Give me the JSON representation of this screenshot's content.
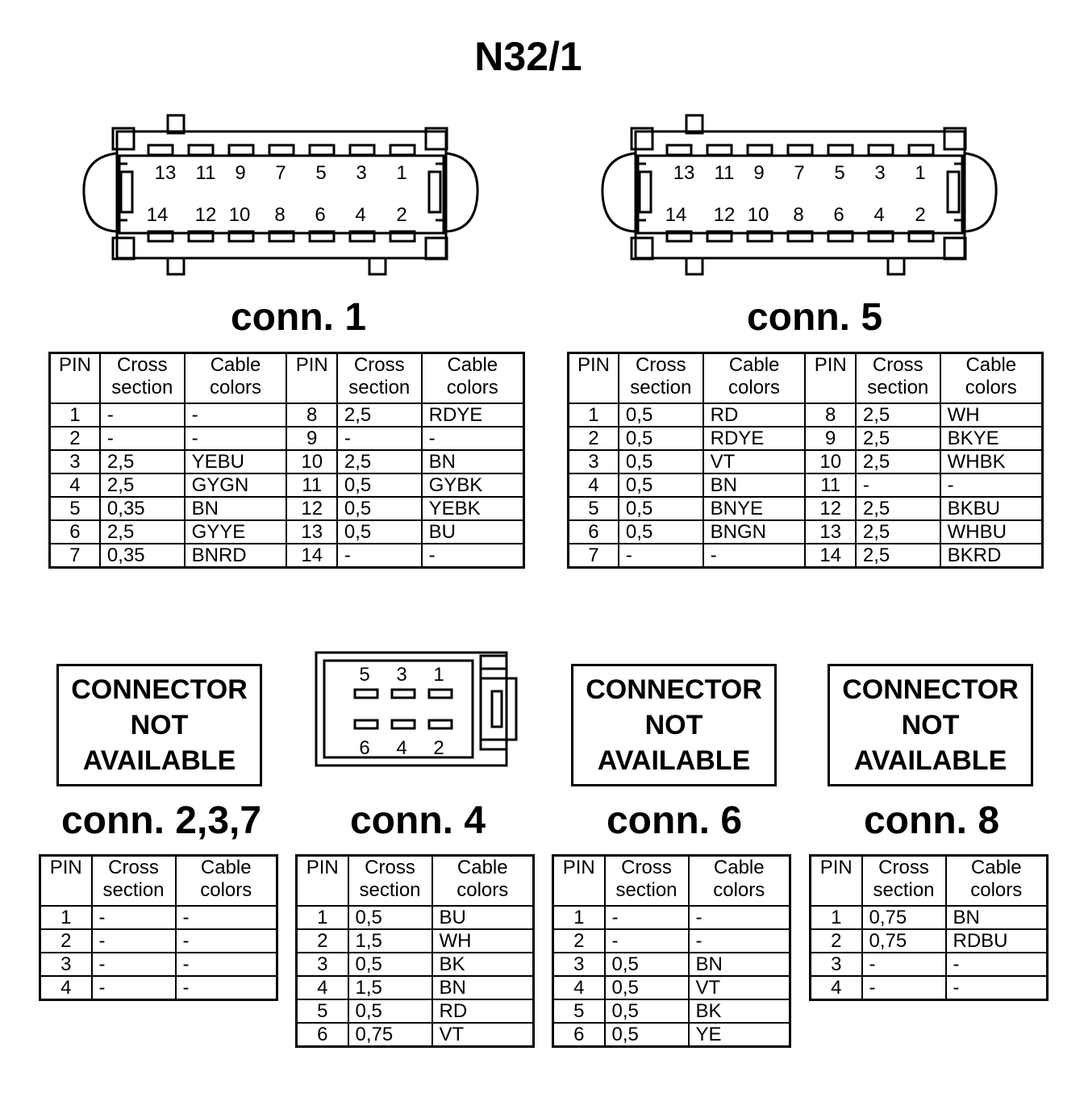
{
  "title": "N32/1",
  "table_headers": {
    "pin": "PIN",
    "cross_line1": "Cross",
    "cross_line2": "section",
    "cable_line1": "Cable",
    "cable_line2": "colors"
  },
  "not_available_lines": [
    "CONNECTOR",
    "NOT",
    "AVAILABLE"
  ],
  "pinout14": {
    "top": [
      "13",
      "11",
      "9",
      "7",
      "5",
      "3",
      "1"
    ],
    "bottom": [
      "14",
      "12",
      "10",
      "8",
      "6",
      "4",
      "2"
    ]
  },
  "pinout6": {
    "top": [
      "5",
      "3",
      "1"
    ],
    "bottom": [
      "6",
      "4",
      "2"
    ]
  },
  "connectors": {
    "c1": {
      "label": "conn. 1",
      "rows": [
        [
          "1",
          "-",
          "-",
          "8",
          "2,5",
          "RDYE"
        ],
        [
          "2",
          "-",
          "-",
          "9",
          "-",
          "-"
        ],
        [
          "3",
          "2,5",
          "YEBU",
          "10",
          "2,5",
          "BN"
        ],
        [
          "4",
          "2,5",
          "GYGN",
          "11",
          "0,5",
          "GYBK"
        ],
        [
          "5",
          "0,35",
          "BN",
          "12",
          "0,5",
          "YEBK"
        ],
        [
          "6",
          "2,5",
          "GYYE",
          "13",
          "0,5",
          "BU"
        ],
        [
          "7",
          "0,35",
          "BNRD",
          "14",
          "-",
          "-"
        ]
      ]
    },
    "c5": {
      "label": "conn. 5",
      "rows": [
        [
          "1",
          "0,5",
          "RD",
          "8",
          "2,5",
          "WH"
        ],
        [
          "2",
          "0,5",
          "RDYE",
          "9",
          "2,5",
          "BKYE"
        ],
        [
          "3",
          "0,5",
          "VT",
          "10",
          "2,5",
          "WHBK"
        ],
        [
          "4",
          "0,5",
          "BN",
          "11",
          "-",
          "-"
        ],
        [
          "5",
          "0,5",
          "BNYE",
          "12",
          "2,5",
          "BKBU"
        ],
        [
          "6",
          "0,5",
          "BNGN",
          "13",
          "2,5",
          "WHBU"
        ],
        [
          "7",
          "-",
          "-",
          "14",
          "2,5",
          "BKRD"
        ]
      ]
    },
    "c237": {
      "label": "conn. 2,3,7",
      "rows": [
        [
          "1",
          "-",
          "-"
        ],
        [
          "2",
          "-",
          "-"
        ],
        [
          "3",
          "-",
          "-"
        ],
        [
          "4",
          "-",
          "-"
        ]
      ]
    },
    "c4": {
      "label": "conn. 4",
      "rows": [
        [
          "1",
          "0,5",
          "BU"
        ],
        [
          "2",
          "1,5",
          "WH"
        ],
        [
          "3",
          "0,5",
          "BK"
        ],
        [
          "4",
          "1,5",
          "BN"
        ],
        [
          "5",
          "0,5",
          "RD"
        ],
        [
          "6",
          "0,75",
          "VT"
        ]
      ]
    },
    "c6": {
      "label": "conn. 6",
      "rows": [
        [
          "1",
          "-",
          "-"
        ],
        [
          "2",
          "-",
          "-"
        ],
        [
          "3",
          "0,5",
          "BN"
        ],
        [
          "4",
          "0,5",
          "VT"
        ],
        [
          "5",
          "0,5",
          "BK"
        ],
        [
          "6",
          "0,5",
          "YE"
        ]
      ]
    },
    "c8": {
      "label": "conn. 8",
      "rows": [
        [
          "1",
          "0,75",
          "BN"
        ],
        [
          "2",
          "0,75",
          "RDBU"
        ],
        [
          "3",
          "-",
          "-"
        ],
        [
          "4",
          "-",
          "-"
        ]
      ]
    }
  }
}
